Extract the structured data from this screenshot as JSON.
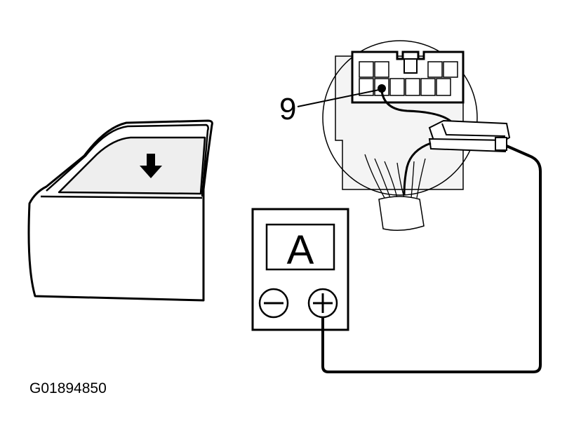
{
  "figure_id": "G01894850",
  "callout_label": "9",
  "meter": {
    "unit": "A",
    "negative_terminal": "−",
    "positive_terminal": "+"
  },
  "colors": {
    "ink": "#000000",
    "paper": "#ffffff",
    "window_fill": "#eeeeee",
    "housing_fill": "#f4f4f4"
  }
}
